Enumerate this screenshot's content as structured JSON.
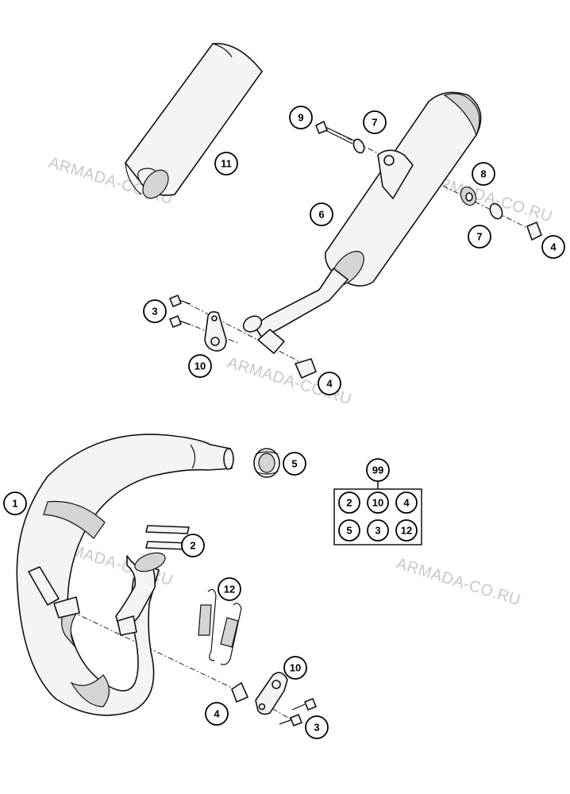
{
  "watermark": {
    "text": "ARMADA-CO.RU",
    "color": "#c8c8c8"
  },
  "callouts": {
    "c1": "1",
    "c2": "2",
    "c3a": "3",
    "c3b": "3",
    "c4a": "4",
    "c4b": "4",
    "c4c": "4",
    "c5": "5",
    "c6": "6",
    "c7a": "7",
    "c7b": "7",
    "c8": "8",
    "c9": "9",
    "c10a": "10",
    "c10b": "10",
    "c11": "11",
    "c12": "12"
  },
  "kit": {
    "label": "99",
    "items": [
      "2",
      "10",
      "4",
      "5",
      "3",
      "12"
    ]
  }
}
